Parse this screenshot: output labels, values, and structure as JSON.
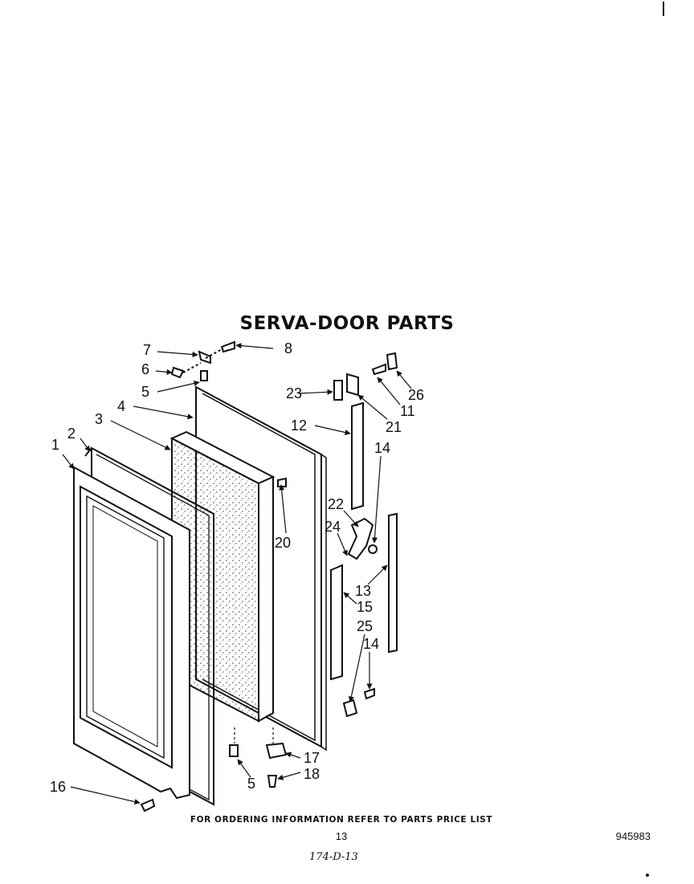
{
  "title": "SERVA-DOOR PARTS",
  "footer_note": "FOR ORDERING INFORMATION REFER TO PARTS PRICE LIST",
  "page_number": "13",
  "document_number": "945983",
  "handwritten_code": "174-D-13",
  "callouts": [
    "1",
    "2",
    "3",
    "4",
    "5",
    "5",
    "6",
    "7",
    "8",
    "11",
    "12",
    "13",
    "14",
    "14",
    "15",
    "16",
    "17",
    "18",
    "20",
    "21",
    "22",
    "23",
    "24",
    "25",
    "26"
  ]
}
